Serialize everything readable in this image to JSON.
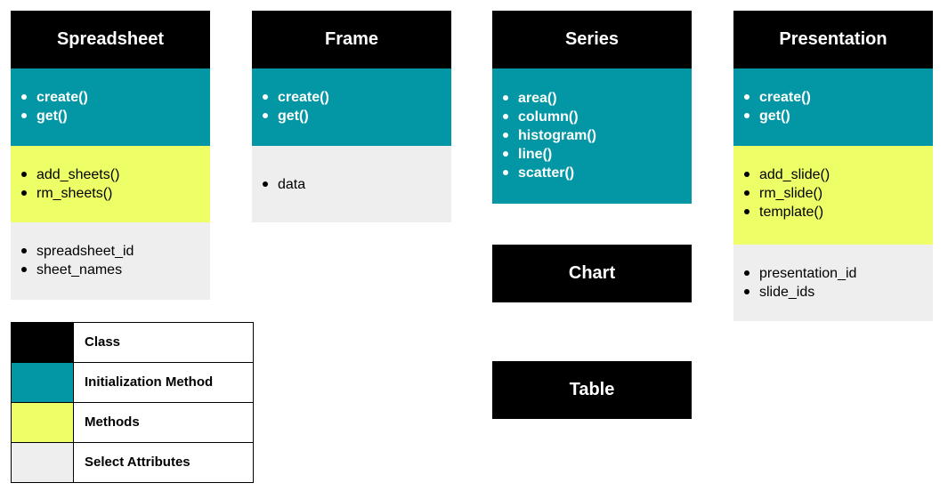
{
  "colors": {
    "class": "#000000",
    "init": "#0397a6",
    "methods": "#eefe66",
    "attrs": "#eeeeee"
  },
  "spreadsheet": {
    "title": "Spreadsheet",
    "init": [
      "create()",
      "get()"
    ],
    "methods": [
      "add_sheets()",
      "rm_sheets()"
    ],
    "attrs": [
      "spreadsheet_id",
      "sheet_names"
    ]
  },
  "frame": {
    "title": "Frame",
    "init": [
      "create()",
      "get()"
    ],
    "attrs": [
      "data"
    ]
  },
  "series": {
    "title": "Series",
    "init": [
      "area()",
      "column()",
      "histogram()",
      "line()",
      "scatter()"
    ]
  },
  "chart": {
    "title": "Chart"
  },
  "table": {
    "title": "Table"
  },
  "presentation": {
    "title": "Presentation",
    "init": [
      "create()",
      "get()"
    ],
    "methods": [
      "add_slide()",
      "rm_slide()",
      "template()"
    ],
    "attrs": [
      "presentation_id",
      "slide_ids"
    ]
  },
  "legend": {
    "items": [
      {
        "label": "Class",
        "color": "#000000"
      },
      {
        "label": "Initialization Method",
        "color": "#0397a6"
      },
      {
        "label": "Methods",
        "color": "#eefe66"
      },
      {
        "label": "Select Attributes",
        "color": "#eeeeee"
      }
    ]
  }
}
